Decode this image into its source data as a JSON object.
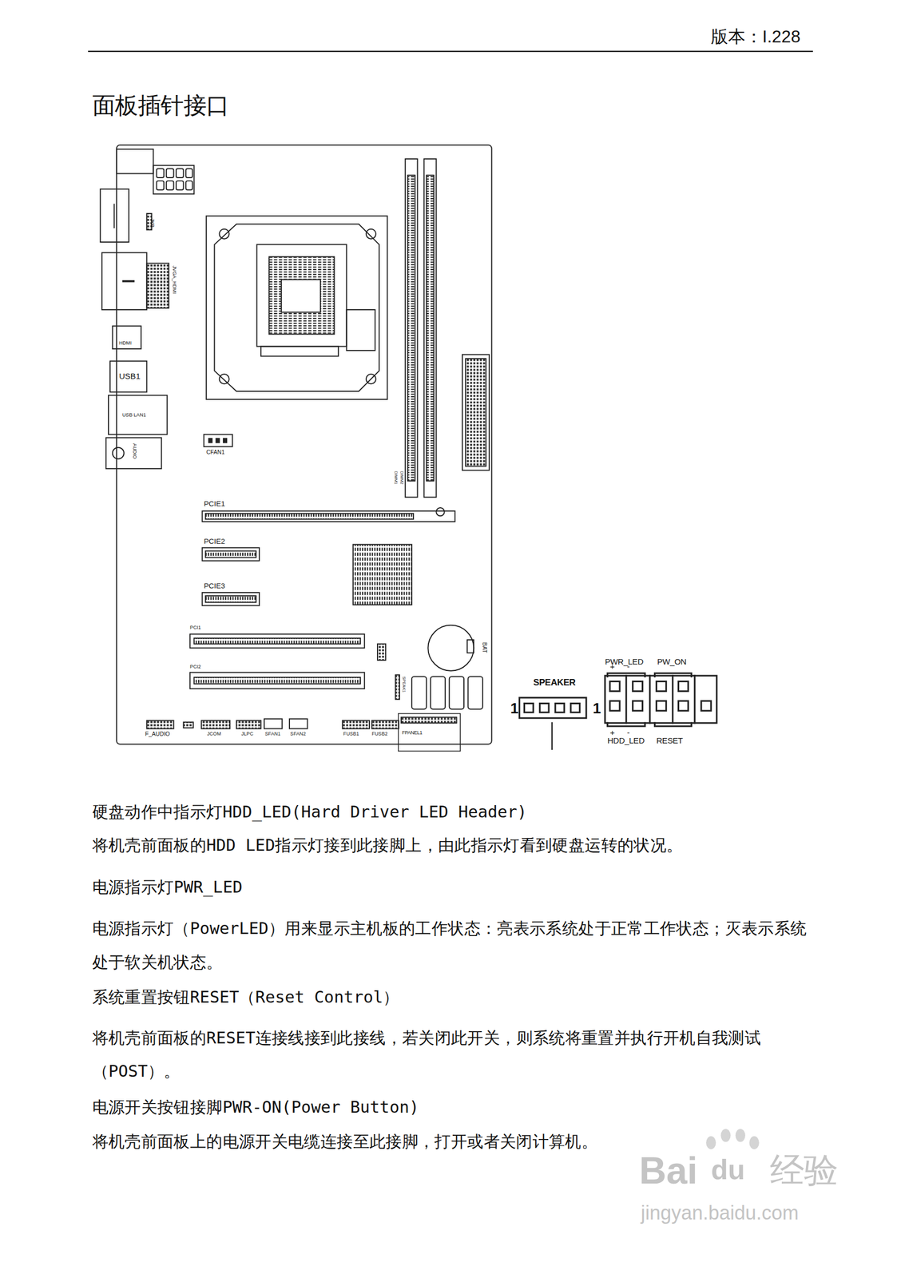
{
  "diagram": {
    "title": "面板插针接口",
    "nodes": [
      {
        "text": [
          "SPEAKER"
        ]
      },
      {
        "text": [
          "PWR_LED",
          "PW_ON",
          "HDD_LED",
          "RESET"
        ]
      },
      {
        "text": [
          "FPANEL1"
        ]
      }
    ],
    "labels": [
      "版本：I.228",
      "JKB",
      "JVGA_HDMI",
      "HDMI",
      "USB1",
      "USB LAN1",
      "AUDIO",
      "CFAN1",
      "DIMM1",
      "DIMM2",
      "PCIE1",
      "PCIE2",
      "PCIE3",
      "PCI1",
      "PCI2",
      "BAT",
      "SPEAK1",
      "F_AUDIO",
      "JCOM",
      "JLPC",
      "SFAN1",
      "SFAN2",
      "FUSB1",
      "FUSB2",
      "1",
      "1",
      "+",
      "-",
      "+",
      "-",
      "硬盘动作中指示灯HDD_LED(Hard Driver LED Header)",
      "将机壳前面板的HDD LED指示灯接到此接脚上，由此指示灯看到硬盘运转的状况。",
      "电源指示灯PWR_LED",
      "电源指示灯（PowerLED）用来显示主机板的工作状态：亮表示系统处于正常工作状态；灭表示系统处于软关机状态。",
      "系统重置按钮RESET（Reset Control）",
      "将机壳前面板的RESET连接线接到此接线，若关闭此开关，则系统将重置并执行开机自我测试（POST）。",
      "电源开关按钮接脚PWR-ON(Power Button)",
      "将机壳前面板上的电源开关电缆连接至此接脚，打开或者关闭计算机。",
      "Bai",
      "du",
      "经验",
      "jingyan.baidu.com"
    ]
  }
}
